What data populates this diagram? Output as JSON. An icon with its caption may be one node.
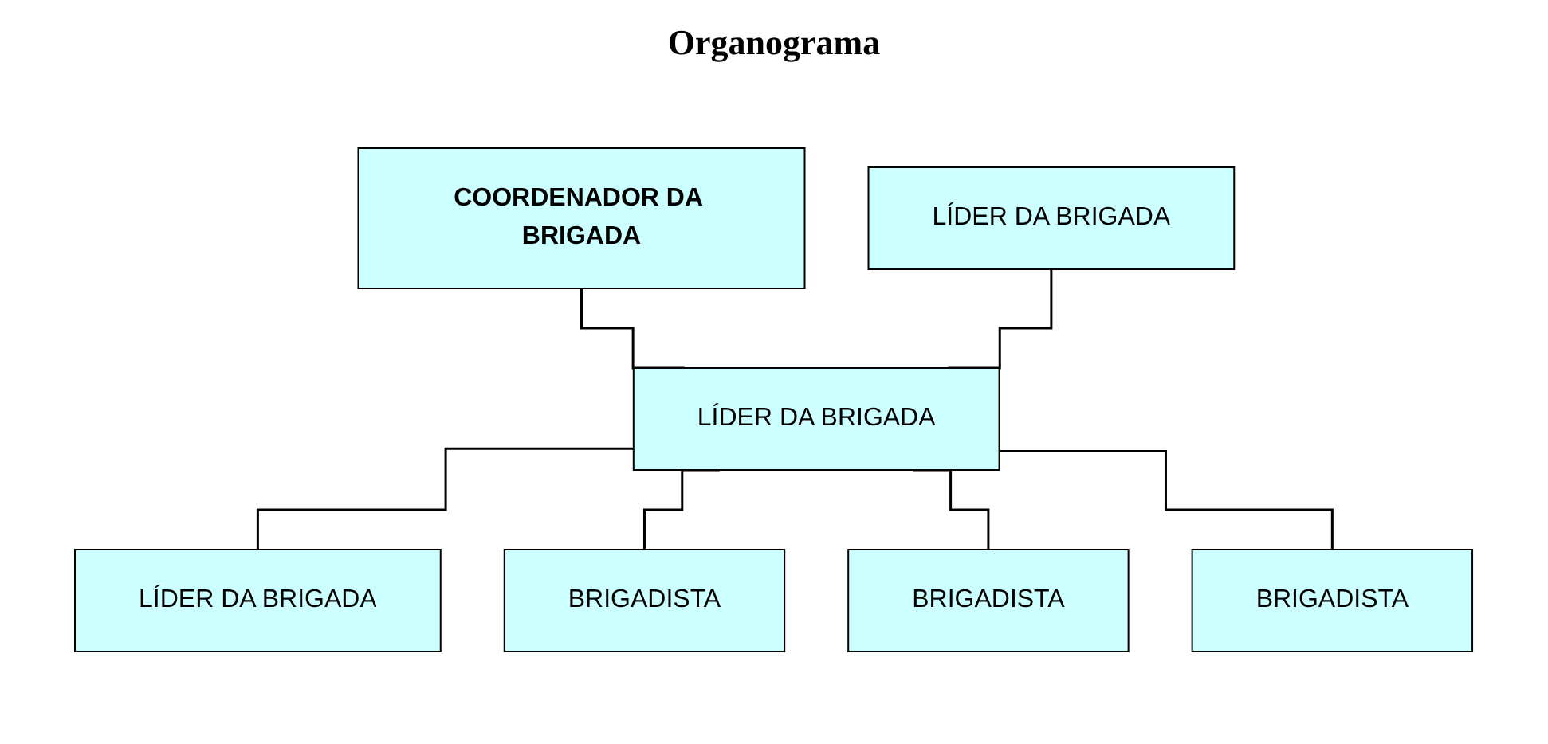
{
  "diagram": {
    "title": "Organograma",
    "nodes": [
      {
        "text": [
          "COORDENADOR DA BRIGADA"
        ]
      },
      {
        "text": [
          "LÍDER DA BRIGADA"
        ]
      },
      {
        "text": [
          "LÍDER DA BRIGADA"
        ]
      },
      {
        "text": [
          "LÍDER DA BRIGADA"
        ]
      },
      {
        "text": [
          "BRIGADISTA"
        ]
      },
      {
        "text": [
          "BRIGADISTA"
        ]
      },
      {
        "text": [
          "BRIGADISTA"
        ]
      }
    ],
    "edges": [
      {
        "from": 0,
        "to": 2,
        "arrow": "none"
      },
      {
        "from": 1,
        "to": 2,
        "arrow": "none"
      },
      {
        "from": 2,
        "to": 3,
        "arrow": "none"
      },
      {
        "from": 2,
        "to": 4,
        "arrow": "none"
      },
      {
        "from": 2,
        "to": 5,
        "arrow": "none"
      },
      {
        "from": 2,
        "to": 6,
        "arrow": "none"
      }
    ]
  }
}
